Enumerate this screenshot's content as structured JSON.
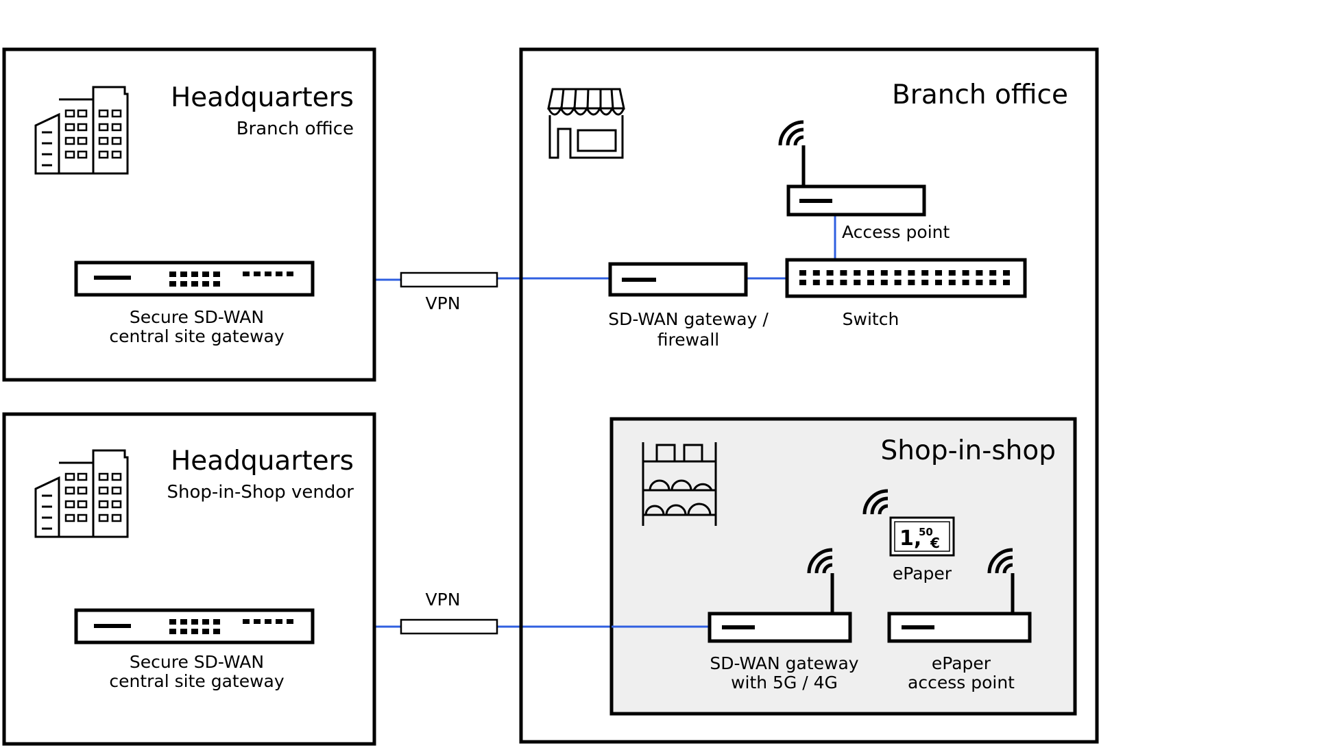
{
  "hq_branch": {
    "title": "Headquarters",
    "subtitle": "Branch office",
    "gateway_label_1": "Secure SD-WAN",
    "gateway_label_2": "central site gateway",
    "vpn_label": "VPN"
  },
  "hq_vendor": {
    "title": "Headquarters",
    "subtitle": "Shop-in-Shop vendor",
    "gateway_label_1": "Secure SD-WAN",
    "gateway_label_2": "central site gateway",
    "vpn_label": "VPN"
  },
  "branch": {
    "title": "Branch office",
    "access_point_label": "Access point",
    "switch_label": "Switch",
    "gateway_label_1": "SD-WAN gateway /",
    "gateway_label_2": "firewall"
  },
  "shop": {
    "title": "Shop-in-shop",
    "epaper_label": "ePaper",
    "epaper_price_main": "1,",
    "epaper_price_cents": "50",
    "epaper_currency": "€",
    "gateway_label_1": "SD-WAN gateway",
    "gateway_label_2": "with 5G / 4G",
    "ap_label_1": "ePaper",
    "ap_label_2": "access point"
  },
  "colors": {
    "link": "#2f5fe0",
    "shop_background": "#efefef",
    "outline": "#000000"
  },
  "icons": [
    "office-building-icon",
    "storefront-icon",
    "shelf-icon",
    "wifi-icon",
    "epaper-price-tag-icon"
  ]
}
